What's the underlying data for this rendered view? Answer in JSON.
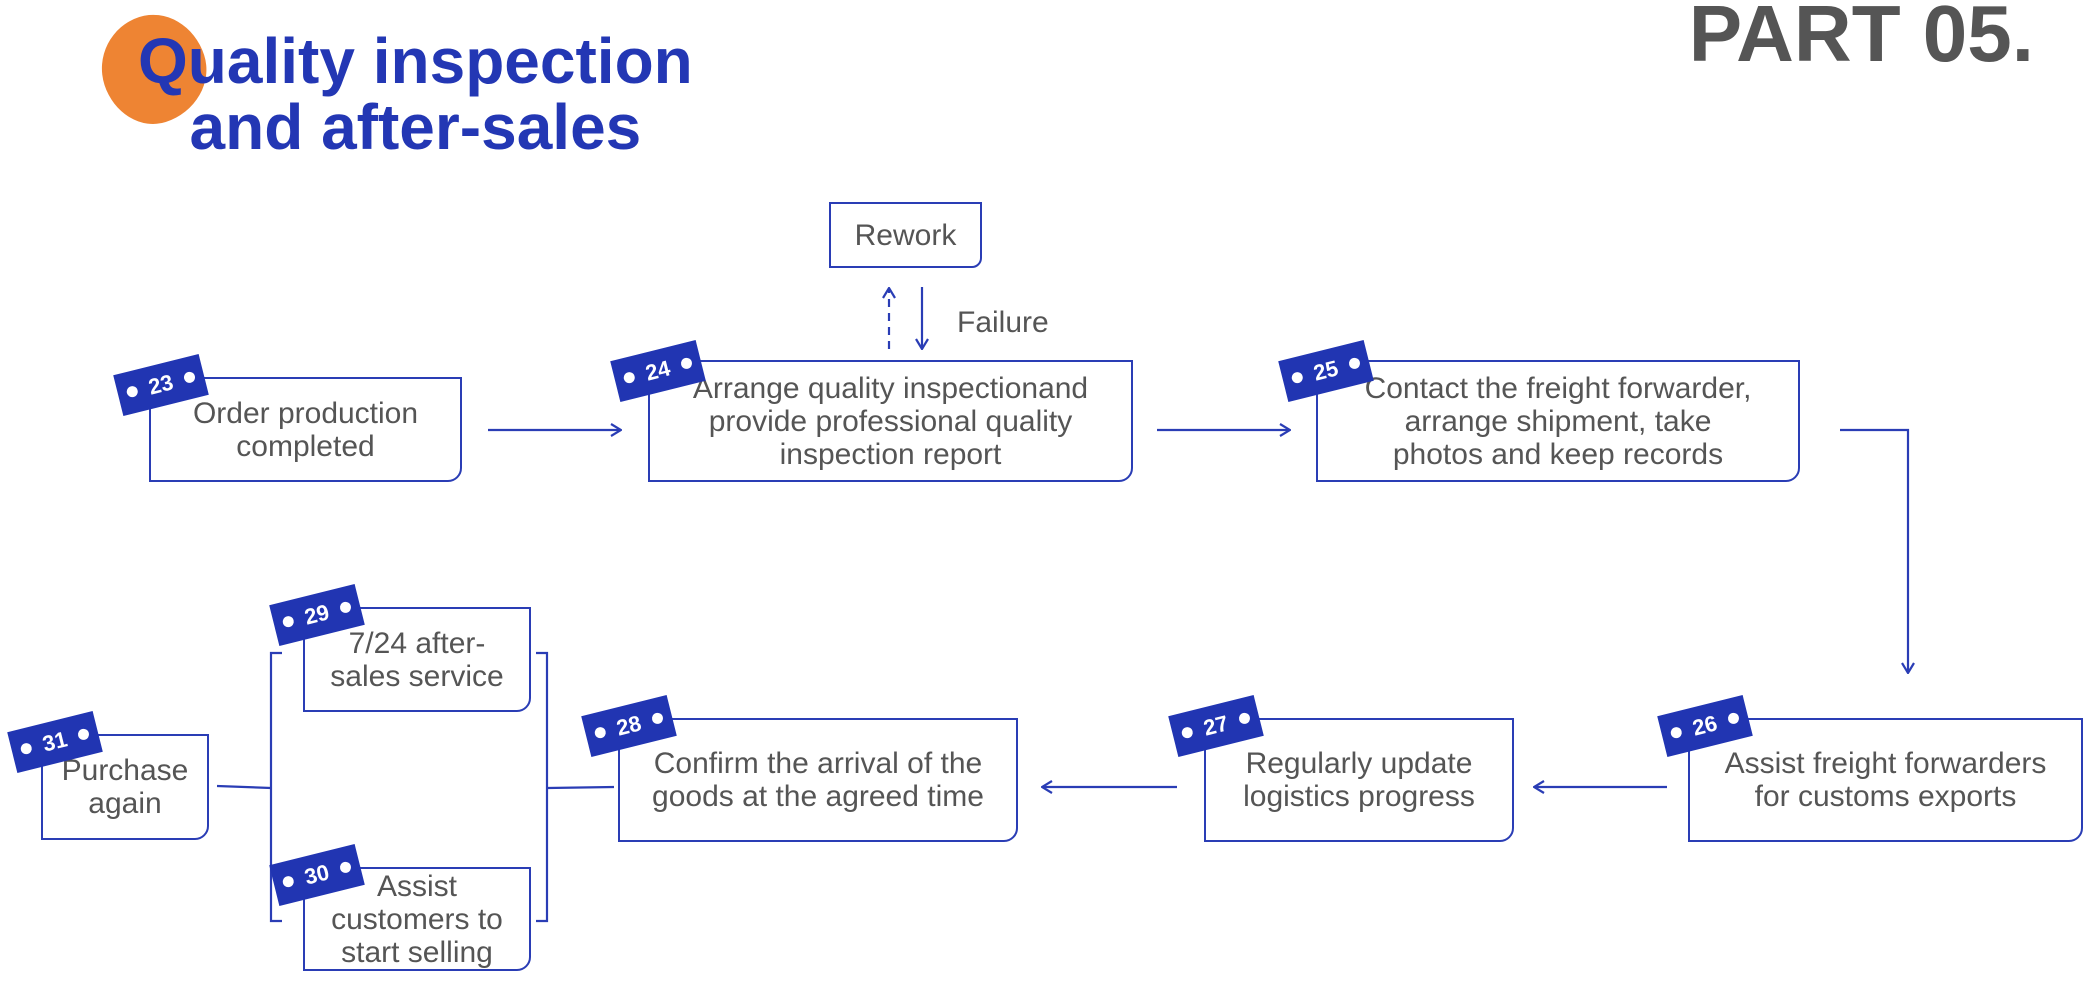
{
  "header": {
    "title_line1": "Quality inspection",
    "title_line2": "and after-sales",
    "part": "PART 05."
  },
  "steps": [
    {
      "num": "23",
      "lines": [
        "Order production",
        "completed"
      ]
    },
    {
      "num": "24",
      "lines": [
        "Arrange quality inspectionand",
        "provide professional quality",
        "inspection report"
      ]
    },
    {
      "num": "25",
      "lines": [
        "Contact the freight forwarder,",
        "arrange shipment, take",
        "photos and keep records"
      ]
    },
    {
      "num": "26",
      "lines": [
        "Assist freight forwarders",
        "for customs exports"
      ]
    },
    {
      "num": "27",
      "lines": [
        "Regularly update",
        "logistics progress"
      ]
    },
    {
      "num": "28",
      "lines": [
        "Confirm the arrival of the",
        "goods at the agreed time"
      ]
    },
    {
      "num": "29",
      "lines": [
        "7/24 after-",
        "sales service"
      ]
    },
    {
      "num": "30",
      "lines": [
        "Assist",
        "customers to",
        "start selling"
      ]
    },
    {
      "num": "31",
      "lines": [
        "Purchase",
        "again"
      ]
    }
  ],
  "rework": {
    "label": "Rework",
    "failure": "Failure"
  },
  "colors": {
    "accent": "#2337b4",
    "orange": "#ee8433",
    "text": "#555555"
  }
}
